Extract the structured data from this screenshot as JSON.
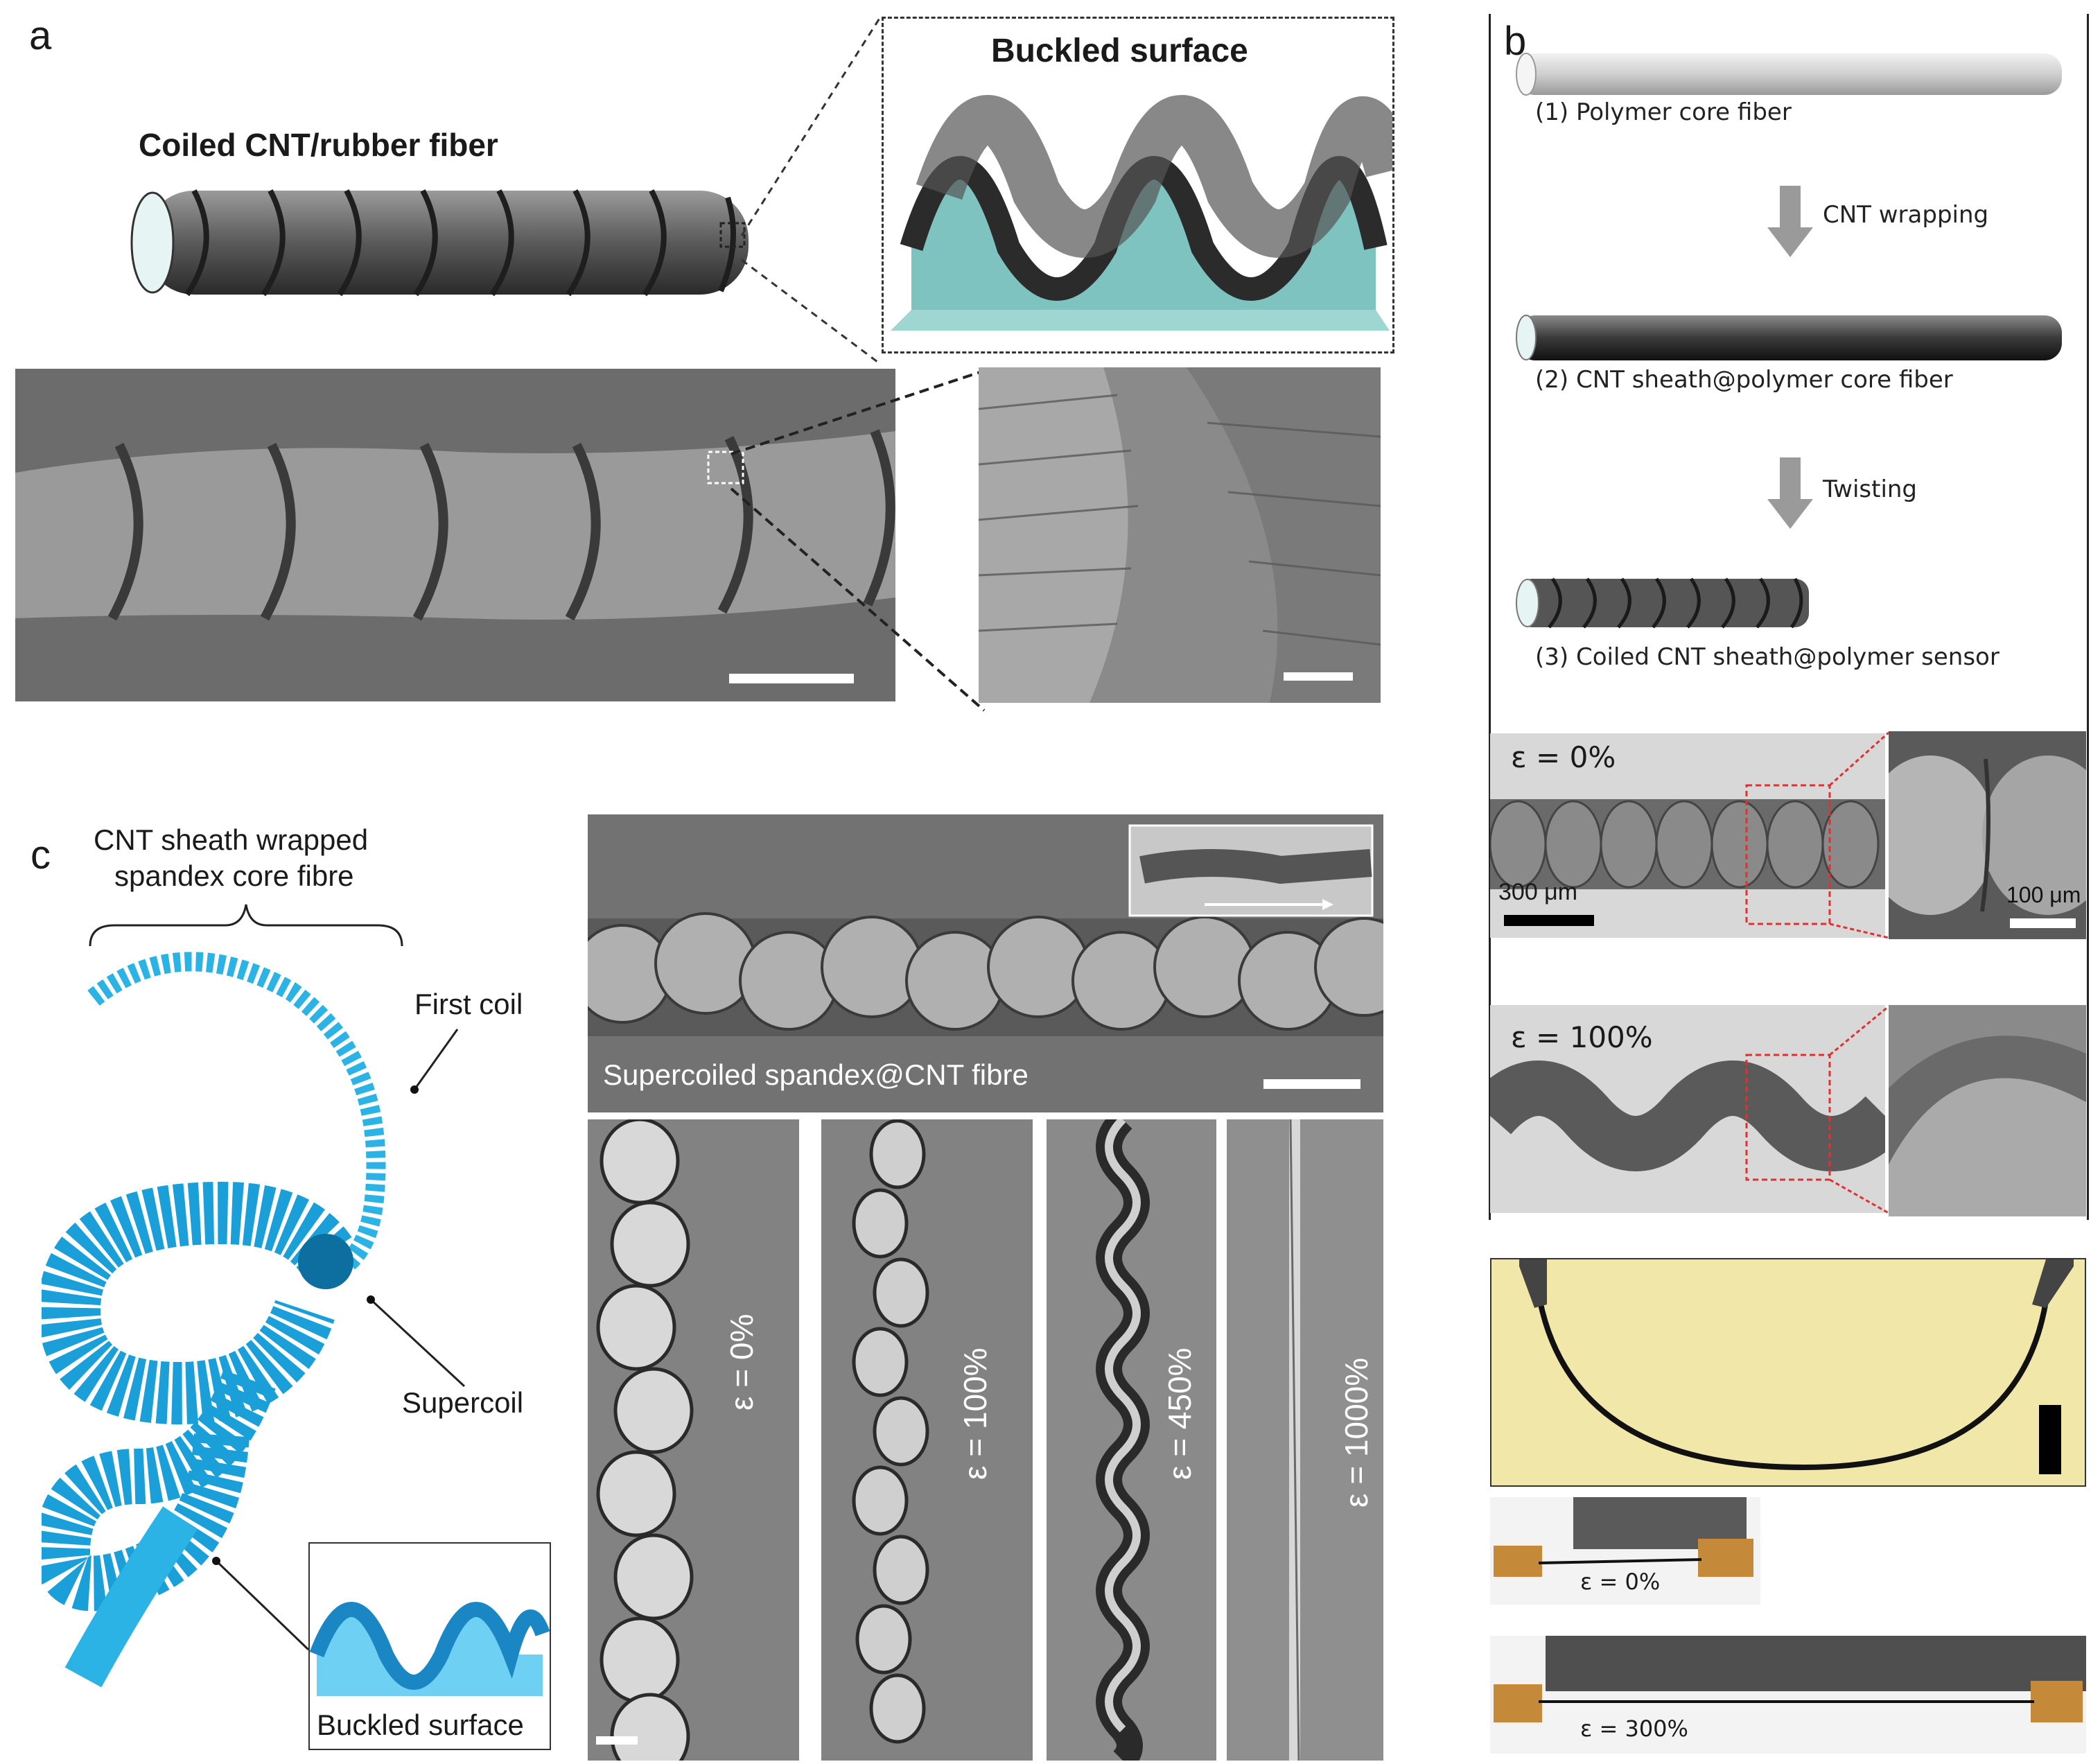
{
  "panel_a": {
    "letter": "a",
    "title_coiled": "Coiled CNT/rubber fiber",
    "title_buckled": "Buckled surface"
  },
  "panel_b": {
    "letter": "b",
    "step1": "(1) Polymer core fiber",
    "arrow1": "CNT wrapping",
    "step2": "(2) CNT sheath@polymer core fiber",
    "arrow2": "Twisting",
    "step3": "(3) Coiled CNT sheath@polymer sensor",
    "strain_0": "ε = 0%",
    "strain_100": "ε = 100%",
    "scale_300": "300 μm",
    "scale_100": "100 μm",
    "photo_strain_0": "ε = 0%",
    "photo_strain_300": "ε = 300%"
  },
  "panel_c": {
    "letter": "c",
    "brace_label_line1": "CNT sheath wrapped",
    "brace_label_line2": "spandex core fibre",
    "first_coil": "First coil",
    "supercoil": "Supercoil",
    "buckled": "Buckled surface",
    "sem_caption": "Supercoiled spandex@CNT fibre",
    "strains": [
      "ε = 0%",
      "ε = 100%",
      "ε = 450%",
      "ε = 1000%"
    ]
  },
  "colors": {
    "coil_blue": "#2bb3e6",
    "substrate_teal": "#7fc3c0",
    "red_box": "#e23030",
    "yellow_bg": "#f2e8a8"
  }
}
